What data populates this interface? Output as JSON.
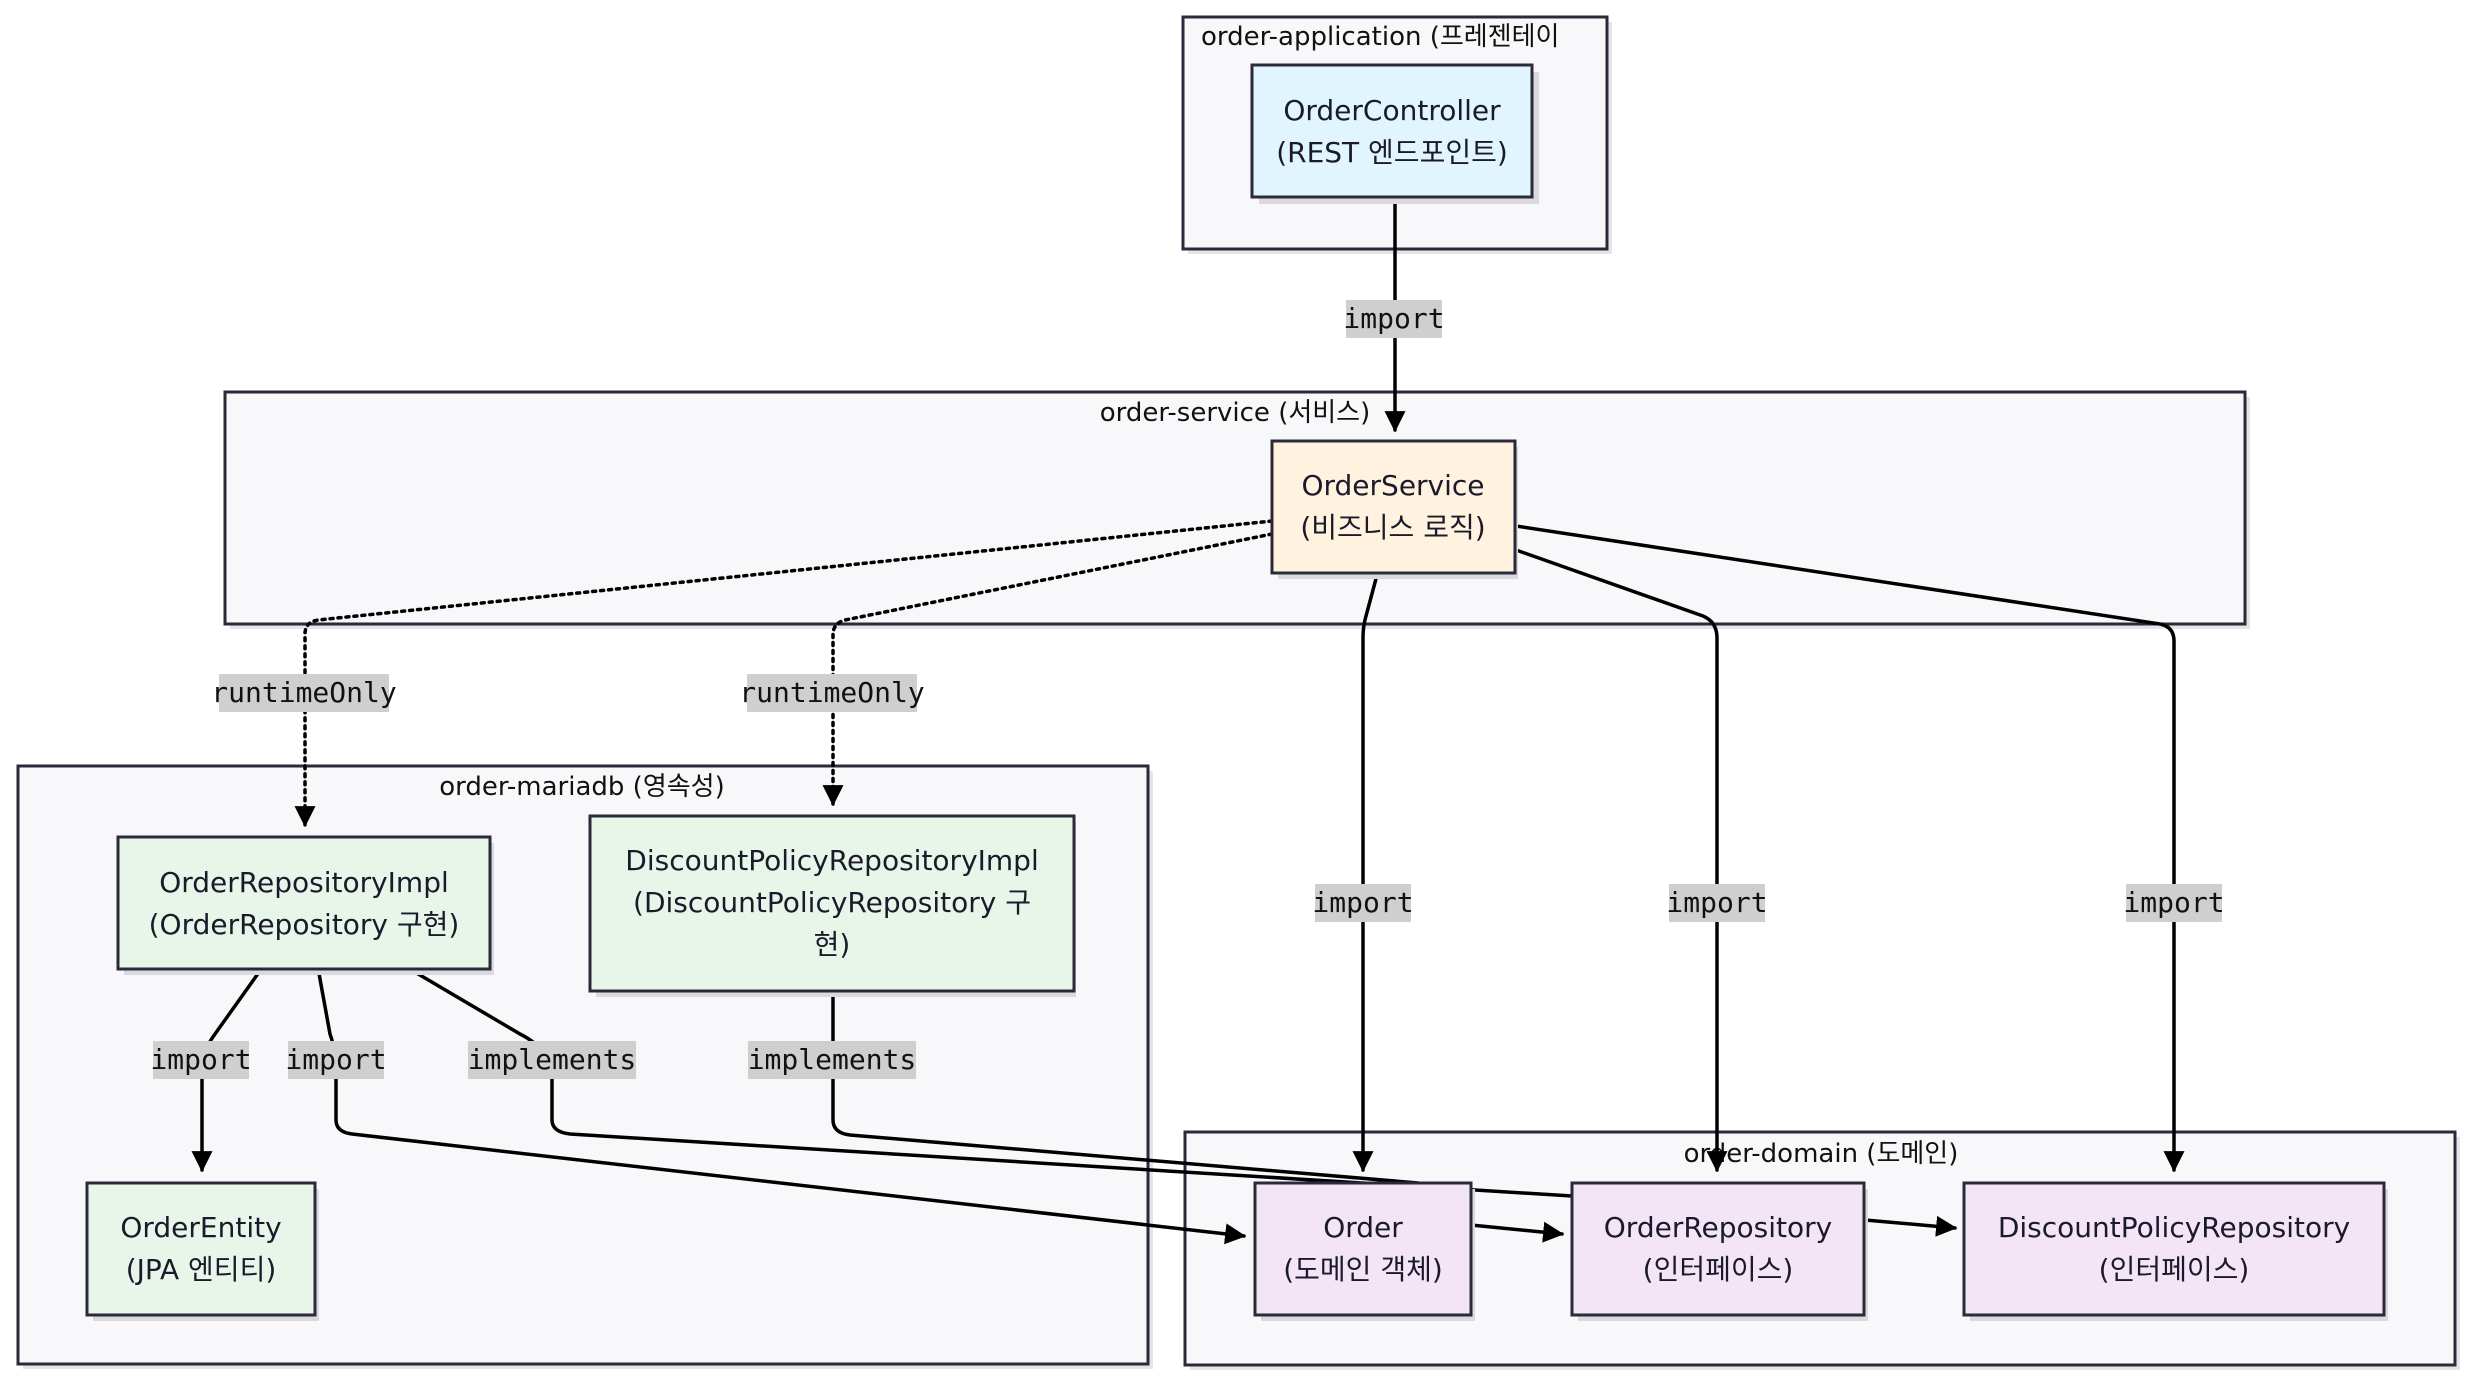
{
  "colors": {
    "controller": "#e1f5fe",
    "service": "#fff3e0",
    "persistence": "#e8f5e9",
    "domain": "#f3e5f5",
    "cluster": "#f8f8fb"
  },
  "clusters": {
    "application": {
      "label": "order-application (프레젠테이"
    },
    "service": {
      "label": "order-service (서비스)"
    },
    "mariadb": {
      "label": "order-mariadb (영속성)"
    },
    "domain": {
      "label": "order-domain (도메인)"
    }
  },
  "nodes": {
    "order_controller": {
      "line1": "OrderController",
      "line2": "(REST 엔드포인트)"
    },
    "order_service": {
      "line1": "OrderService",
      "line2": "(비즈니스 로직)"
    },
    "order_repository_impl": {
      "line1": "OrderRepositoryImpl",
      "line2": "(OrderRepository 구현)"
    },
    "discount_policy_repository_impl": {
      "line1": "DiscountPolicyRepositoryImpl",
      "line2": "(DiscountPolicyRepository 구",
      "line3": "현)"
    },
    "order_entity": {
      "line1": "OrderEntity",
      "line2": "(JPA 엔티티)"
    },
    "order": {
      "line1": "Order",
      "line2": "(도메인 객체)"
    },
    "order_repository": {
      "line1": "OrderRepository",
      "line2": "(인터페이스)"
    },
    "discount_policy_repository": {
      "line1": "DiscountPolicyRepository",
      "line2": "(인터페이스)"
    }
  },
  "edges": {
    "controller_to_service": "import",
    "service_to_repo_impl": "runtimeOnly",
    "service_to_discount_impl": "runtimeOnly",
    "service_to_order": "import",
    "service_to_order_repository": "import",
    "service_to_discount_repository": "import",
    "repo_impl_to_entity": "import",
    "repo_impl_to_order": "import",
    "repo_impl_to_order_repository": "implements",
    "discount_impl_to_discount_repository": "implements"
  }
}
